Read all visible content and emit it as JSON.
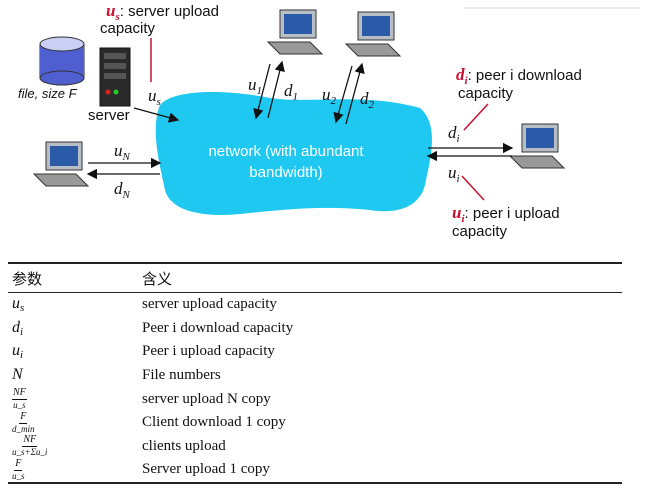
{
  "diagram": {
    "server_label": "server",
    "file_label": "file, size F",
    "network_line1": "network (with abundant",
    "network_line2": "bandwidth)",
    "us_anno_sym": "u",
    "us_anno_sub": "s",
    "us_anno_text": ": server upload",
    "us_anno_text2": "capacity",
    "di_anno_sym": "d",
    "di_anno_sub": "i",
    "di_anno_text": ": peer i download",
    "di_anno_text2": "capacity",
    "ui_anno_sym": "u",
    "ui_anno_sub": "i",
    "ui_anno_text": ": peer i upload",
    "ui_anno_text2": "capacity",
    "link_us": {
      "sym": "u",
      "sub": "s"
    },
    "link_u1": {
      "sym": "u",
      "sub": "1"
    },
    "link_d1": {
      "sym": "d",
      "sub": "1"
    },
    "link_u2": {
      "sym": "u",
      "sub": "2"
    },
    "link_d2": {
      "sym": "d",
      "sub": "2"
    },
    "link_uN": {
      "sym": "u",
      "sub": "N"
    },
    "link_dN": {
      "sym": "d",
      "sub": "N"
    },
    "link_di": {
      "sym": "d",
      "sub": "i"
    },
    "link_ui": {
      "sym": "u",
      "sub": "i"
    },
    "colors": {
      "cloud": "#1ec8f0",
      "accent_red": "#c8102e"
    }
  },
  "table": {
    "header_param": "参数",
    "header_meaning": "含义",
    "rows": [
      {
        "sym": "u",
        "sub": "s",
        "meaning": "server upload capacity"
      },
      {
        "sym": "d",
        "sub": "i",
        "meaning": "Peer i download capacity"
      },
      {
        "sym": "u",
        "sub": "i",
        "meaning": "Peer i upload capacity"
      },
      {
        "sym": "N",
        "sub": "",
        "meaning": "File numbers"
      },
      {
        "num": "NF",
        "den": "u_s",
        "meaning": "server upload N copy"
      },
      {
        "num": "F",
        "den": "d_min",
        "meaning": "Client download 1 copy"
      },
      {
        "num": "NF",
        "den": "u_s+Σu_i",
        "meaning": "clients upload"
      },
      {
        "num": "F",
        "den": "u_s",
        "meaning": "Server upload 1 copy"
      }
    ]
  }
}
